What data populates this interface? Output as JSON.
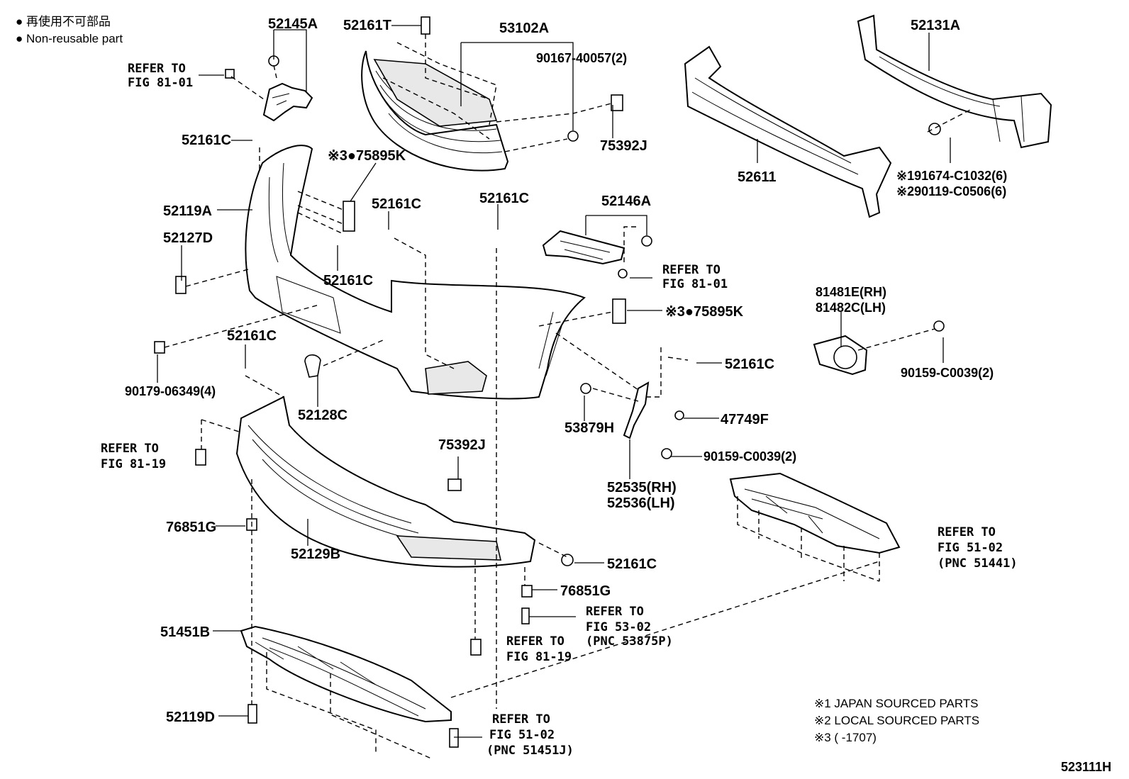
{
  "legend": {
    "line1": "● 再使用不可部品",
    "line2": "● Non-reusable part"
  },
  "labels": {
    "p52145A": "52145A",
    "p52161T": "52161T",
    "p53102A": "53102A",
    "p52131A": "52131A",
    "p90167": "90167-40057(2)",
    "p75392J_top": "75392J",
    "p52611": "52611",
    "p91674": "※191674-C1032(6)",
    "p90119": "※290119-C0506(6)",
    "p52161C_1": "52161C",
    "p75895K_1": "※3●75895K",
    "p52119A": "52119A",
    "p52127D": "52127D",
    "p52161C_2": "52161C",
    "p52161C_3": "52161C",
    "p52146A": "52146A",
    "p52161C_4": "52161C",
    "p75895K_2": "※3●75895K",
    "p81481E": "81481E(RH)",
    "p81482C": "81482C(LH)",
    "p52161C_5": "52161C",
    "p90179": "90179-06349(4)",
    "p52128C": "52128C",
    "p52161C_6": "52161C",
    "p90159_1": "90159-C0039(2)",
    "p53879H": "53879H",
    "p47749F": "47749F",
    "p90159_2": "90159-C0039(2)",
    "p75392J_mid": "75392J",
    "p52535": "52535(RH)",
    "p52536": "52536(LH)",
    "p76851G_1": "76851G",
    "p52129B": "52129B",
    "p52161C_7": "52161C",
    "p76851G_2": "76851G",
    "p51451B": "51451B",
    "p52119D": "52119D",
    "diagram_id": "523111H"
  },
  "refs": {
    "r1a": "REFER TO",
    "r1b": "FIG 81-01",
    "r2a": "REFER TO",
    "r2b": "FIG 81-01",
    "r3a": "REFER TO",
    "r3b": "FIG 81-19",
    "r4a": "REFER TO",
    "r4b": "FIG 51-02",
    "r4c": "(PNC 51441)",
    "r5a": "REFER TO",
    "r5b": "FIG 53-02",
    "r5c": "(PNC 53875P)",
    "r6a": "REFER TO",
    "r6b": "FIG 81-19",
    "r7a": "REFER TO",
    "r7b": "FIG 51-02",
    "r7c": "(PNC 51451J)"
  },
  "notes": {
    "n1": "※1 JAPAN SOURCED PARTS",
    "n2": "※2 LOCAL SOURCED PARTS",
    "n3": "※3 (      -1707)"
  }
}
